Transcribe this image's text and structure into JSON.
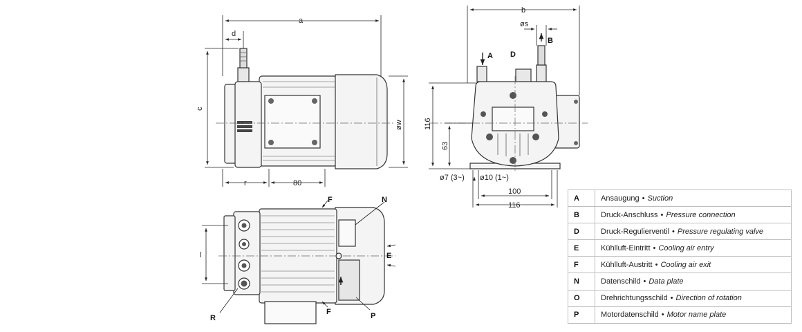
{
  "labels": {
    "a": "a",
    "b": "b",
    "c": "c",
    "d": "d",
    "r": "r",
    "dim80": "80",
    "w": "øw",
    "s": "øs",
    "h116": "116",
    "h63": "63",
    "w100": "100",
    "w116": "116",
    "hole7": "ø7 (3~)",
    "hole10": "ø10 (1~)",
    "l": "l",
    "A": "A",
    "B": "B",
    "D": "D",
    "E": "E",
    "F1": "F",
    "F2": "F",
    "N": "N",
    "P": "P",
    "R": "R"
  },
  "legend": [
    {
      "code": "A",
      "de": "Ansaugung",
      "en": "Suction"
    },
    {
      "code": "B",
      "de": "Druck-Anschluss",
      "en": "Pressure connection"
    },
    {
      "code": "D",
      "de": "Druck-Regulierventil",
      "en": "Pressure regulating valve"
    },
    {
      "code": "E",
      "de": "Kühlluft-Eintritt",
      "en": "Cooling air entry"
    },
    {
      "code": "F",
      "de": "Kühlluft-Austritt",
      "en": "Cooling air exit"
    },
    {
      "code": "N",
      "de": "Datenschild",
      "en": "Data plate"
    },
    {
      "code": "O",
      "de": "Drehrichtungsschild",
      "en": "Direction of rotation"
    },
    {
      "code": "P",
      "de": "Motordatenschild",
      "en": "Motor name plate"
    }
  ],
  "colors": {
    "line": "#333333",
    "fill": "#f4f4f4",
    "border": "#bdbdbd"
  }
}
